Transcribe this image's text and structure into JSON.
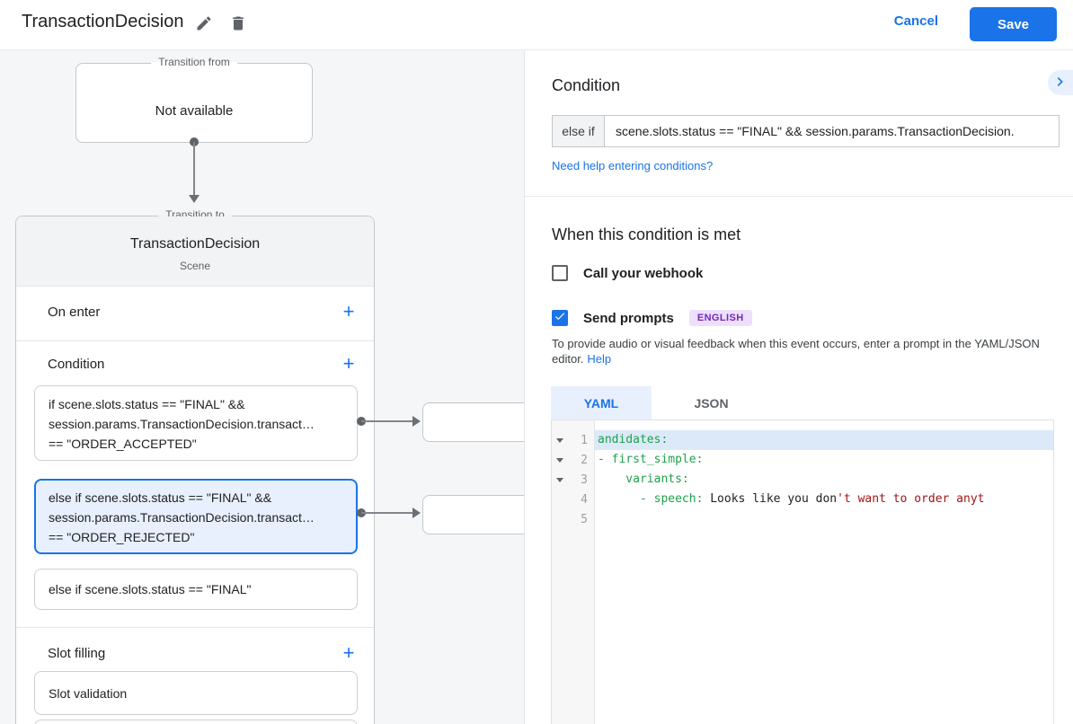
{
  "header": {
    "title": "TransactionDecision",
    "cancel_label": "Cancel",
    "save_label": "Save"
  },
  "canvas": {
    "transition_from": {
      "legend": "Transition from",
      "value": "Not available"
    },
    "transition_to": {
      "legend": "Transition to",
      "title": "TransactionDecision",
      "subtitle": "Scene",
      "add_icon": "+",
      "sections": {
        "on_enter": "On enter",
        "condition": "Condition",
        "slot_filling": "Slot filling"
      },
      "conditions": [
        {
          "line1": "if scene.slots.status == \"FINAL\" &&",
          "line2": "session.params.TransactionDecision.transact…",
          "line3": "== \"ORDER_ACCEPTED\""
        },
        {
          "line1": "else if scene.slots.status == \"FINAL\" &&",
          "line2": "session.params.TransactionDecision.transact…",
          "line3": "== \"ORDER_REJECTED\""
        },
        {
          "line1": "else if scene.slots.status == \"FINAL\""
        }
      ],
      "slots": [
        "Slot validation"
      ]
    }
  },
  "panel": {
    "heading": "Condition",
    "condition_prefix": "else if",
    "condition_value": "scene.slots.status == \"FINAL\" && session.params.TransactionDecision.",
    "help_link": "Need help entering conditions?",
    "when_heading": "When this condition is met",
    "webhook_label": "Call your webhook",
    "send_prompts_label": "Send prompts",
    "language_badge": "ENGLISH",
    "note_text": "To provide audio or visual feedback when this event occurs, enter a prompt in the YAML/JSON editor.",
    "note_link": "Help",
    "tabs": {
      "yaml": "YAML",
      "json": "JSON"
    },
    "editor": {
      "lines": [
        {
          "num": "1",
          "segments": [
            {
              "text": "andidates:"
            }
          ]
        },
        {
          "num": "2",
          "segments": [
            {
              "text": "- first_simple:"
            }
          ]
        },
        {
          "num": "3",
          "segments": [
            {
              "text": "    variants:"
            }
          ]
        },
        {
          "num": "4",
          "segments": [
            {
              "text": "      - speech:"
            },
            {
              "text": " Looks like you don"
            },
            {
              "text": "'t want to order anyt"
            }
          ]
        },
        {
          "num": "5",
          "segments": []
        }
      ]
    }
  },
  "colors": {
    "accent": "#1a73e8",
    "selected_bg": "#e8f0fe",
    "badge_bg": "#ece0fc",
    "badge_text": "#7627bb",
    "key_green": "#1ea24c",
    "string_red": "#a31414",
    "line_highlight": "#dbe9f9"
  }
}
